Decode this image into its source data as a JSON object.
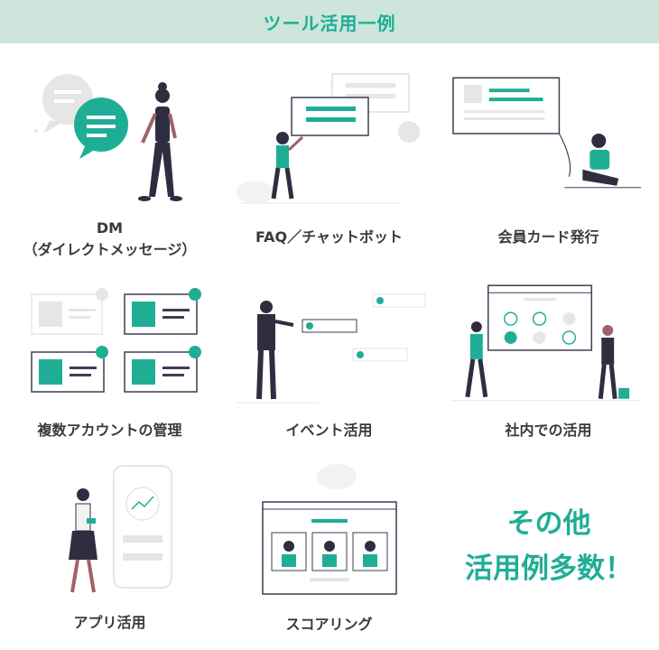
{
  "header": {
    "title": "ツール活用一例"
  },
  "colors": {
    "accent": "#1fae95",
    "banner_bg": "#cde5da",
    "dark": "#2f2e41",
    "gray": "#e6e6e6"
  },
  "items": [
    {
      "label": "DM",
      "sublabel": "（ダイレクトメッセージ）",
      "icon": "chat-bubbles-illustration"
    },
    {
      "label": "FAQ／チャットボット",
      "icon": "chatbot-illustration"
    },
    {
      "label": "会員カード発行",
      "icon": "member-card-illustration"
    },
    {
      "label": "複数アカウントの管理",
      "icon": "multi-account-illustration"
    },
    {
      "label": "イベント活用",
      "icon": "event-illustration"
    },
    {
      "label": "社内での活用",
      "icon": "internal-use-illustration"
    },
    {
      "label": "アプリ活用",
      "icon": "app-illustration"
    },
    {
      "label": "スコアリング",
      "icon": "scoring-illustration"
    }
  ],
  "other": {
    "line1": "その他",
    "line2": "活用例多数！"
  }
}
